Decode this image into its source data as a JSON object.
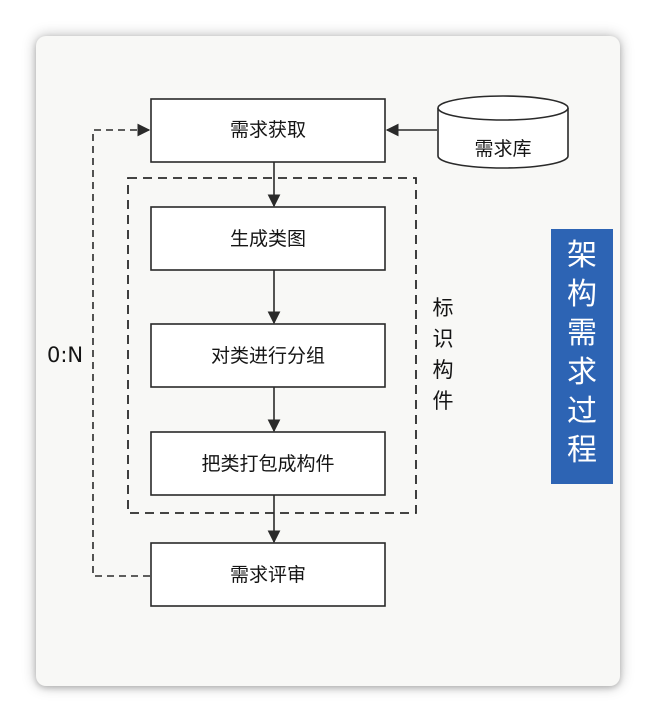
{
  "boxes": {
    "acquire": "需求获取",
    "generate": "生成类图",
    "group": "对类进行分组",
    "package": "把类打包成构件",
    "review": "需求评审"
  },
  "repository": "需求库",
  "side_label": [
    "标",
    "识",
    "构",
    "件"
  ],
  "loop_label": "0:N",
  "banner": [
    "架",
    "构",
    "需",
    "求",
    "过",
    "程"
  ],
  "colors": {
    "banner": "#2d64b4",
    "stroke": "#2a2a2a",
    "text": "#151515"
  }
}
